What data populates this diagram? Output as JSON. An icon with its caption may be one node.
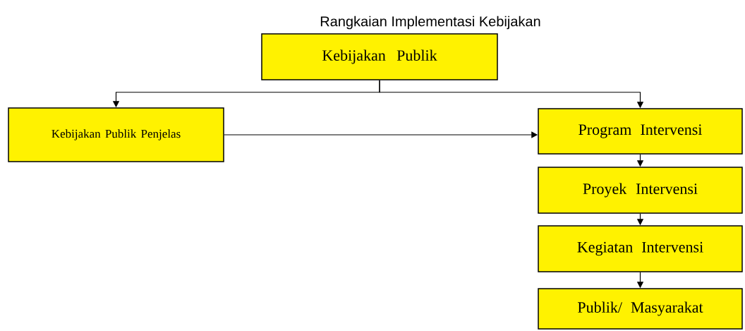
{
  "diagram": {
    "title": "Rangkaian Implementasi Kebijakan",
    "nodes": [
      {
        "text": [
          "Kebijakan Publik"
        ]
      },
      {
        "text": [
          "Kebijakan Publik Penjelas"
        ]
      },
      {
        "text": [
          "Program Intervensi"
        ]
      },
      {
        "text": [
          "Proyek Intervensi"
        ]
      },
      {
        "text": [
          "Kegiatan Intervensi"
        ]
      },
      {
        "text": [
          "Publik/ Masyarakat"
        ]
      }
    ],
    "edges": [
      {
        "from": 0,
        "to": 1,
        "arrow": "to"
      },
      {
        "from": 0,
        "to": 2,
        "arrow": "to"
      },
      {
        "from": 1,
        "to": 2,
        "arrow": "to"
      },
      {
        "from": 2,
        "to": 3,
        "arrow": "to"
      },
      {
        "from": 3,
        "to": 4,
        "arrow": "to"
      },
      {
        "from": 4,
        "to": 5,
        "arrow": "to"
      }
    ]
  }
}
